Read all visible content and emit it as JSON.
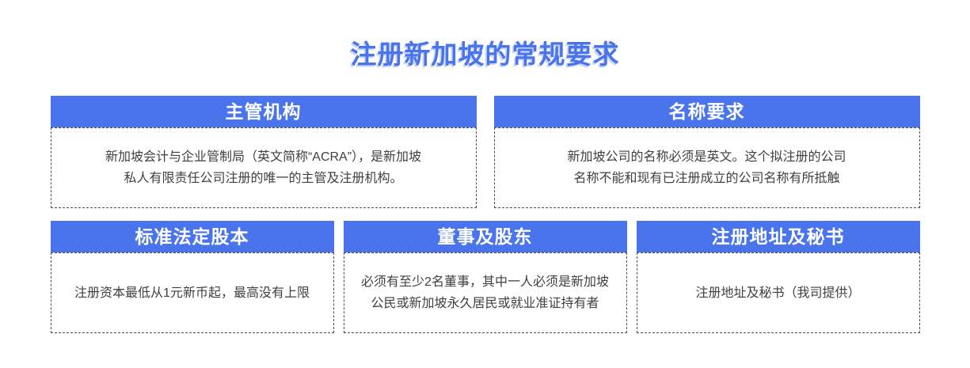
{
  "page": {
    "title": "注册新加坡的常规要求"
  },
  "colors": {
    "accent": "#4A74EC",
    "title_shadow": "#C9D6F8",
    "body_text": "#404040",
    "dashed_border": "#4D4D4D",
    "header_text": "#FFFFFF",
    "background": "#FFFFFF"
  },
  "cards": [
    {
      "id": "authority",
      "header": "主管机构",
      "body": [
        "新加坡会计与企业管制局（英文简称“ACRA”），是新加坡",
        "私人有限责任公司注册的唯一的主管及注册机构。"
      ]
    },
    {
      "id": "name-requirement",
      "header": "名称要求",
      "body": [
        "新加坡公司的名称必须是英文。这个拟注册的公司",
        "名称不能和现有已注册成立的公司名称有所抵触"
      ]
    },
    {
      "id": "share-capital",
      "header": "标准法定股本",
      "body": [
        "注册资本最低从1元新币起，最高没有上限"
      ]
    },
    {
      "id": "directors-shareholders",
      "header": "董事及股东",
      "body": [
        "必须有至少2名董事，其中一人必须是新加坡",
        "公民或新加坡永久居民或就业准证持有者"
      ]
    },
    {
      "id": "address-secretary",
      "header": "注册地址及秘书",
      "body": [
        "注册地址及秘书（我司提供）"
      ]
    }
  ]
}
